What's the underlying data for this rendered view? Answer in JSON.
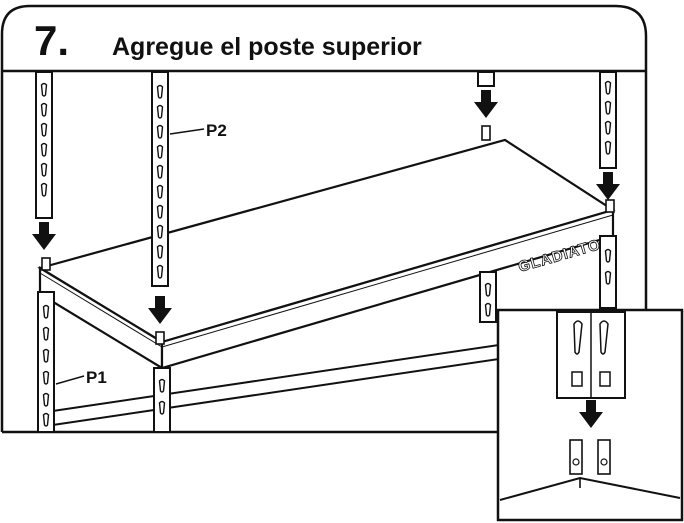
{
  "header": {
    "step_number": "7.",
    "title": "Agregue el poste superior"
  },
  "labels": {
    "post_top": "P2",
    "post_bottom": "P1",
    "brand": "GLADIATOR"
  },
  "icons": [
    "down-arrow-icon",
    "slot-icon"
  ],
  "colors": {
    "ink": "#111111",
    "paper": "#ffffff"
  }
}
